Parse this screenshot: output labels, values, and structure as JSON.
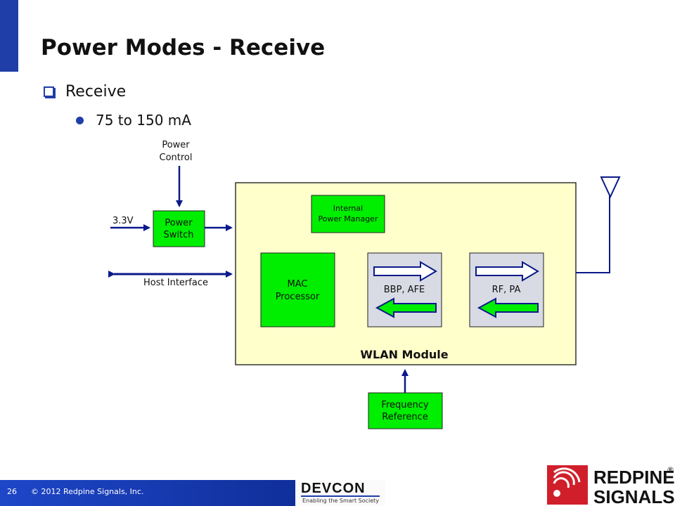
{
  "slide": {
    "title": "Power Modes - Receive",
    "bullet_level1": "Receive",
    "bullet_level2": "75 to 150 mA"
  },
  "diagram": {
    "power_control_line1": "Power",
    "power_control_line2": "Control",
    "voltage_label": "3.3V",
    "power_switch_line1": "Power",
    "power_switch_line2": "Switch",
    "host_interface_label": "Host Interface",
    "internal_pm_line1": "Internal",
    "internal_pm_line2": "Power Manager",
    "mac_line1": "MAC",
    "mac_line2": "Processor",
    "bbp_label": "BBP, AFE",
    "rf_label": "RF, PA",
    "wlan_module_label": "WLAN Module",
    "freq_line1": "Frequency",
    "freq_line2": "Reference"
  },
  "footer": {
    "page_number": "26",
    "copyright": "© 2012 Redpine Signals, Inc.",
    "devcon_name": "DEVCON",
    "devcon_tagline": "Enabling the Smart Society",
    "redpine_line1": "REDPINE",
    "redpine_line2": "SIGNALS",
    "registered": "®"
  },
  "colors": {
    "accent_blue": "#1f3ea8",
    "green_box": "#00ee00",
    "module_fill": "#ffffcc",
    "gray_box": "#d8dae4",
    "redpine_red": "#d01f2a"
  }
}
